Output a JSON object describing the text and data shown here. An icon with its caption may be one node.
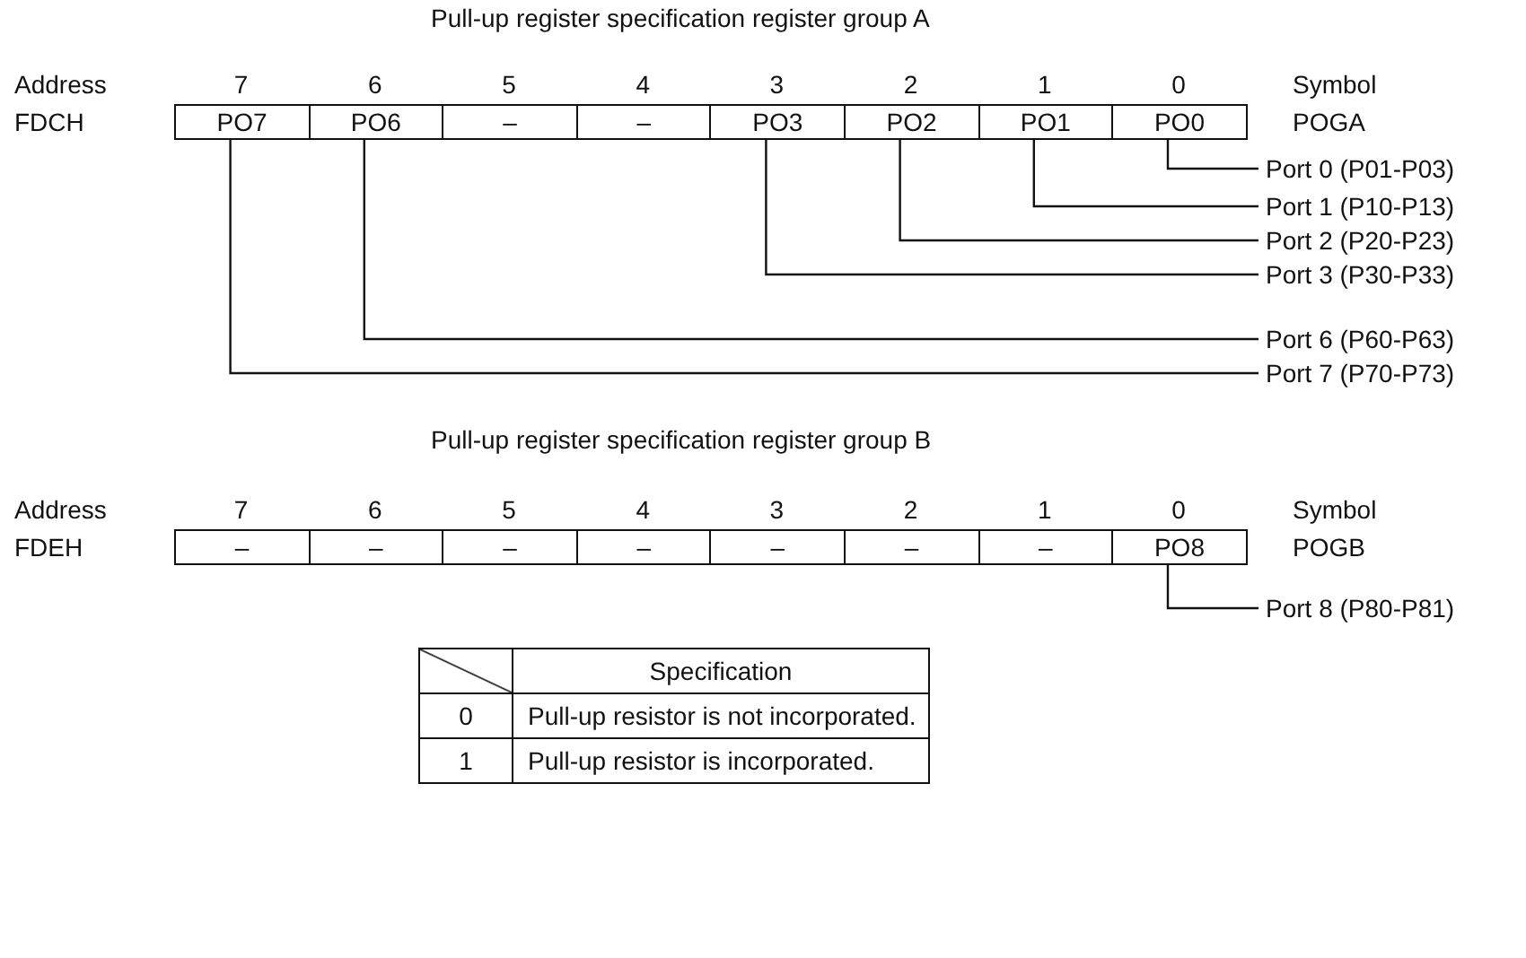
{
  "diagram": {
    "nodes": [
      {
        "text": [
          "PO7"
        ]
      },
      {
        "text": [
          "PO6"
        ]
      },
      {
        "text": [
          "–"
        ]
      },
      {
        "text": [
          "–"
        ]
      },
      {
        "text": [
          "PO3"
        ]
      },
      {
        "text": [
          "PO2"
        ]
      },
      {
        "text": [
          "PO1"
        ]
      },
      {
        "text": [
          "PO0"
        ]
      },
      {
        "text": [
          "Port 0 (P01-P03)"
        ]
      },
      {
        "text": [
          "Port 1 (P10-P13)"
        ]
      },
      {
        "text": [
          "Port 2 (P20-P23)"
        ]
      },
      {
        "text": [
          "Port 3 (P30-P33)"
        ]
      },
      {
        "text": [
          "Port 6 (P60-P63)"
        ]
      },
      {
        "text": [
          "Port 7 (P70-P73)"
        ]
      },
      {
        "text": [
          "–"
        ]
      },
      {
        "text": [
          "–"
        ]
      },
      {
        "text": [
          "–"
        ]
      },
      {
        "text": [
          "–"
        ]
      },
      {
        "text": [
          "–"
        ]
      },
      {
        "text": [
          "–"
        ]
      },
      {
        "text": [
          "–"
        ]
      },
      {
        "text": [
          "PO8"
        ]
      },
      {
        "text": [
          "Port 8 (P80-P81)"
        ]
      }
    ],
    "edges": [
      {
        "from": 7,
        "to": 8,
        "arrow": "none"
      },
      {
        "from": 6,
        "to": 9,
        "arrow": "none"
      },
      {
        "from": 5,
        "to": 10,
        "arrow": "none"
      },
      {
        "from": 4,
        "to": 11,
        "arrow": "none"
      },
      {
        "from": 1,
        "to": 12,
        "arrow": "none"
      },
      {
        "from": 0,
        "to": 13,
        "arrow": "none"
      },
      {
        "from": 21,
        "to": 22,
        "arrow": "none"
      }
    ],
    "labels": [
      "Pull-up register specification register group A",
      "Address",
      "7",
      "6",
      "5",
      "4",
      "3",
      "2",
      "1",
      "0",
      "Symbol",
      "FDCH",
      "POGA",
      "Pull-up register specification register group B",
      "Address",
      "7",
      "6",
      "5",
      "4",
      "3",
      "2",
      "1",
      "0",
      "Symbol",
      "FDEH",
      "POGB",
      "Specification",
      "0",
      "Pull-up resistor is not incorporated.",
      "1",
      "Pull-up resistor is incorporated."
    ]
  }
}
